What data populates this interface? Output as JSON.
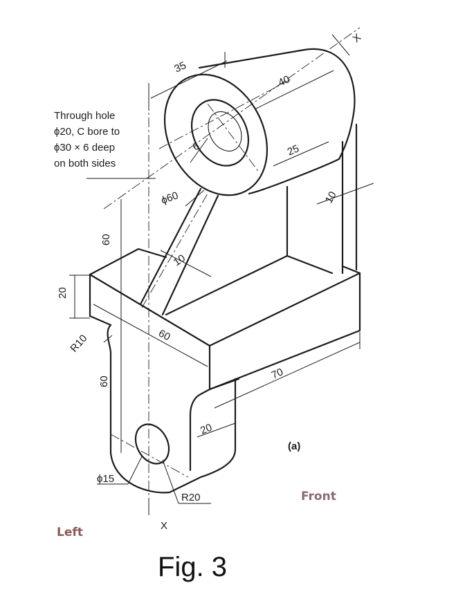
{
  "note": {
    "lines": [
      "Through hole",
      "ϕ20, C bore to",
      "ϕ30 × 6 deep",
      "on both sides"
    ]
  },
  "dimensions": {
    "d35": "35",
    "d40": "40",
    "d25": "25",
    "d6": "6",
    "d10_rib": "10",
    "d10_web": "10",
    "d60_dia": "ϕ60",
    "d60_upper": "60",
    "d20_left": "20",
    "d60_base": "60",
    "r10": "R10",
    "d60_lower": "60",
    "d70": "70",
    "d20_front": "20",
    "d15": "ϕ15",
    "r20": "R20"
  },
  "section_marks": {
    "top": "X",
    "bottom": "X"
  },
  "sub_label": "(a)",
  "views": {
    "front": "Front",
    "left": "Left"
  },
  "view_colors": {
    "front": "#8a6a70",
    "left": "#8a5a5a"
  },
  "caption": "Fig. 3"
}
